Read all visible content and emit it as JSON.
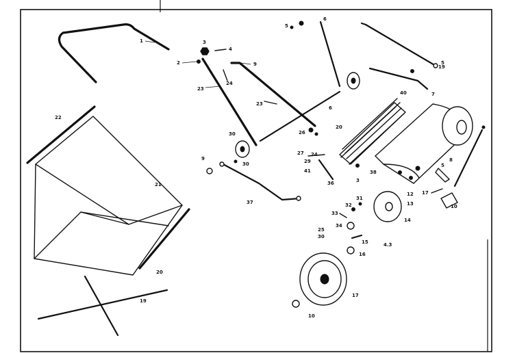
{
  "labels": [
    {
      "id": "p1",
      "text": "1"
    },
    {
      "id": "p2",
      "text": "2"
    },
    {
      "id": "p3",
      "text": "3"
    },
    {
      "id": "p4",
      "text": "4"
    },
    {
      "id": "p5a",
      "text": "5"
    },
    {
      "id": "p6a",
      "text": "6"
    },
    {
      "id": "p6b",
      "text": "6"
    },
    {
      "id": "p5b",
      "text": "5"
    },
    {
      "id": "p7",
      "text": "7"
    },
    {
      "id": "p8",
      "text": "8"
    },
    {
      "id": "p5c",
      "text": "5"
    },
    {
      "id": "p9a",
      "text": "9"
    },
    {
      "id": "p9b",
      "text": "9"
    },
    {
      "id": "p10a",
      "text": "10"
    },
    {
      "id": "p10b",
      "text": "10"
    },
    {
      "id": "p12",
      "text": "12"
    },
    {
      "id": "p13",
      "text": "13"
    },
    {
      "id": "p14",
      "text": "14"
    },
    {
      "id": "p15",
      "text": "15"
    },
    {
      "id": "p16",
      "text": "16"
    },
    {
      "id": "p17a",
      "text": "17"
    },
    {
      "id": "p17b",
      "text": "17"
    },
    {
      "id": "p19a",
      "text": "19"
    },
    {
      "id": "p19b",
      "text": "19"
    },
    {
      "id": "p20a",
      "text": "20"
    },
    {
      "id": "p20b",
      "text": "20"
    },
    {
      "id": "p21",
      "text": "21"
    },
    {
      "id": "p22",
      "text": "22"
    },
    {
      "id": "p23a",
      "text": "23"
    },
    {
      "id": "p23b",
      "text": "23"
    },
    {
      "id": "p24a",
      "text": "24"
    },
    {
      "id": "p24b",
      "text": "24"
    },
    {
      "id": "p25",
      "text": "25"
    },
    {
      "id": "p26",
      "text": "26"
    },
    {
      "id": "p27",
      "text": "27"
    },
    {
      "id": "p29",
      "text": "29"
    },
    {
      "id": "p30a",
      "text": "30"
    },
    {
      "id": "p30b",
      "text": "30"
    },
    {
      "id": "p30c",
      "text": "30"
    },
    {
      "id": "p31",
      "text": "31"
    },
    {
      "id": "p32",
      "text": "32"
    },
    {
      "id": "p33",
      "text": "33"
    },
    {
      "id": "p34",
      "text": "34"
    },
    {
      "id": "p36",
      "text": "36"
    },
    {
      "id": "p37",
      "text": "37"
    },
    {
      "id": "p38",
      "text": "38"
    },
    {
      "id": "p40",
      "text": "40"
    },
    {
      "id": "p41",
      "text": "41"
    },
    {
      "id": "p3b",
      "text": "3"
    },
    {
      "id": "p43",
      "text": "4.3"
    }
  ]
}
